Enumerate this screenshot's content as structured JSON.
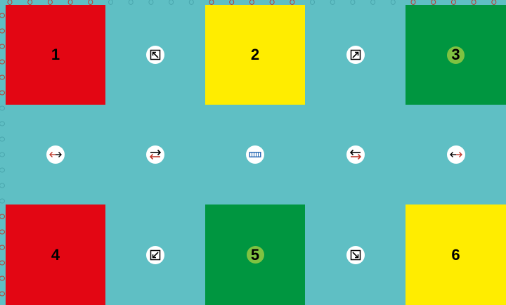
{
  "colors": {
    "background": "#5fbfc4",
    "red": "#e30613",
    "yellow": "#ffed00",
    "green": "#009640",
    "number_circle": "#7fc241",
    "arrow_red": "#c0392b",
    "hook_red": "#c0392b",
    "hook_teal": "#4aa6ad"
  },
  "squares": {
    "s1": {
      "label": "1",
      "color": "red"
    },
    "s2": {
      "label": "2",
      "color": "yellow"
    },
    "s3": {
      "label": "3",
      "color": "green"
    },
    "s4": {
      "label": "4",
      "color": "red"
    },
    "s5": {
      "label": "5",
      "color": "green"
    },
    "s6": {
      "label": "6",
      "color": "yellow"
    }
  },
  "icons": {
    "top_left": "arrow-up-left-icon",
    "top_right": "arrow-up-right-icon",
    "middle_far_left": "double-arrow-horizontal-icon",
    "middle_left": "swap-arrows-icon",
    "center": "center-badge-icon",
    "middle_right": "swap-arrows-icon",
    "middle_far_right": "double-arrow-horizontal-icon",
    "bottom_left": "arrow-down-left-icon",
    "bottom_right": "arrow-down-right-icon"
  }
}
